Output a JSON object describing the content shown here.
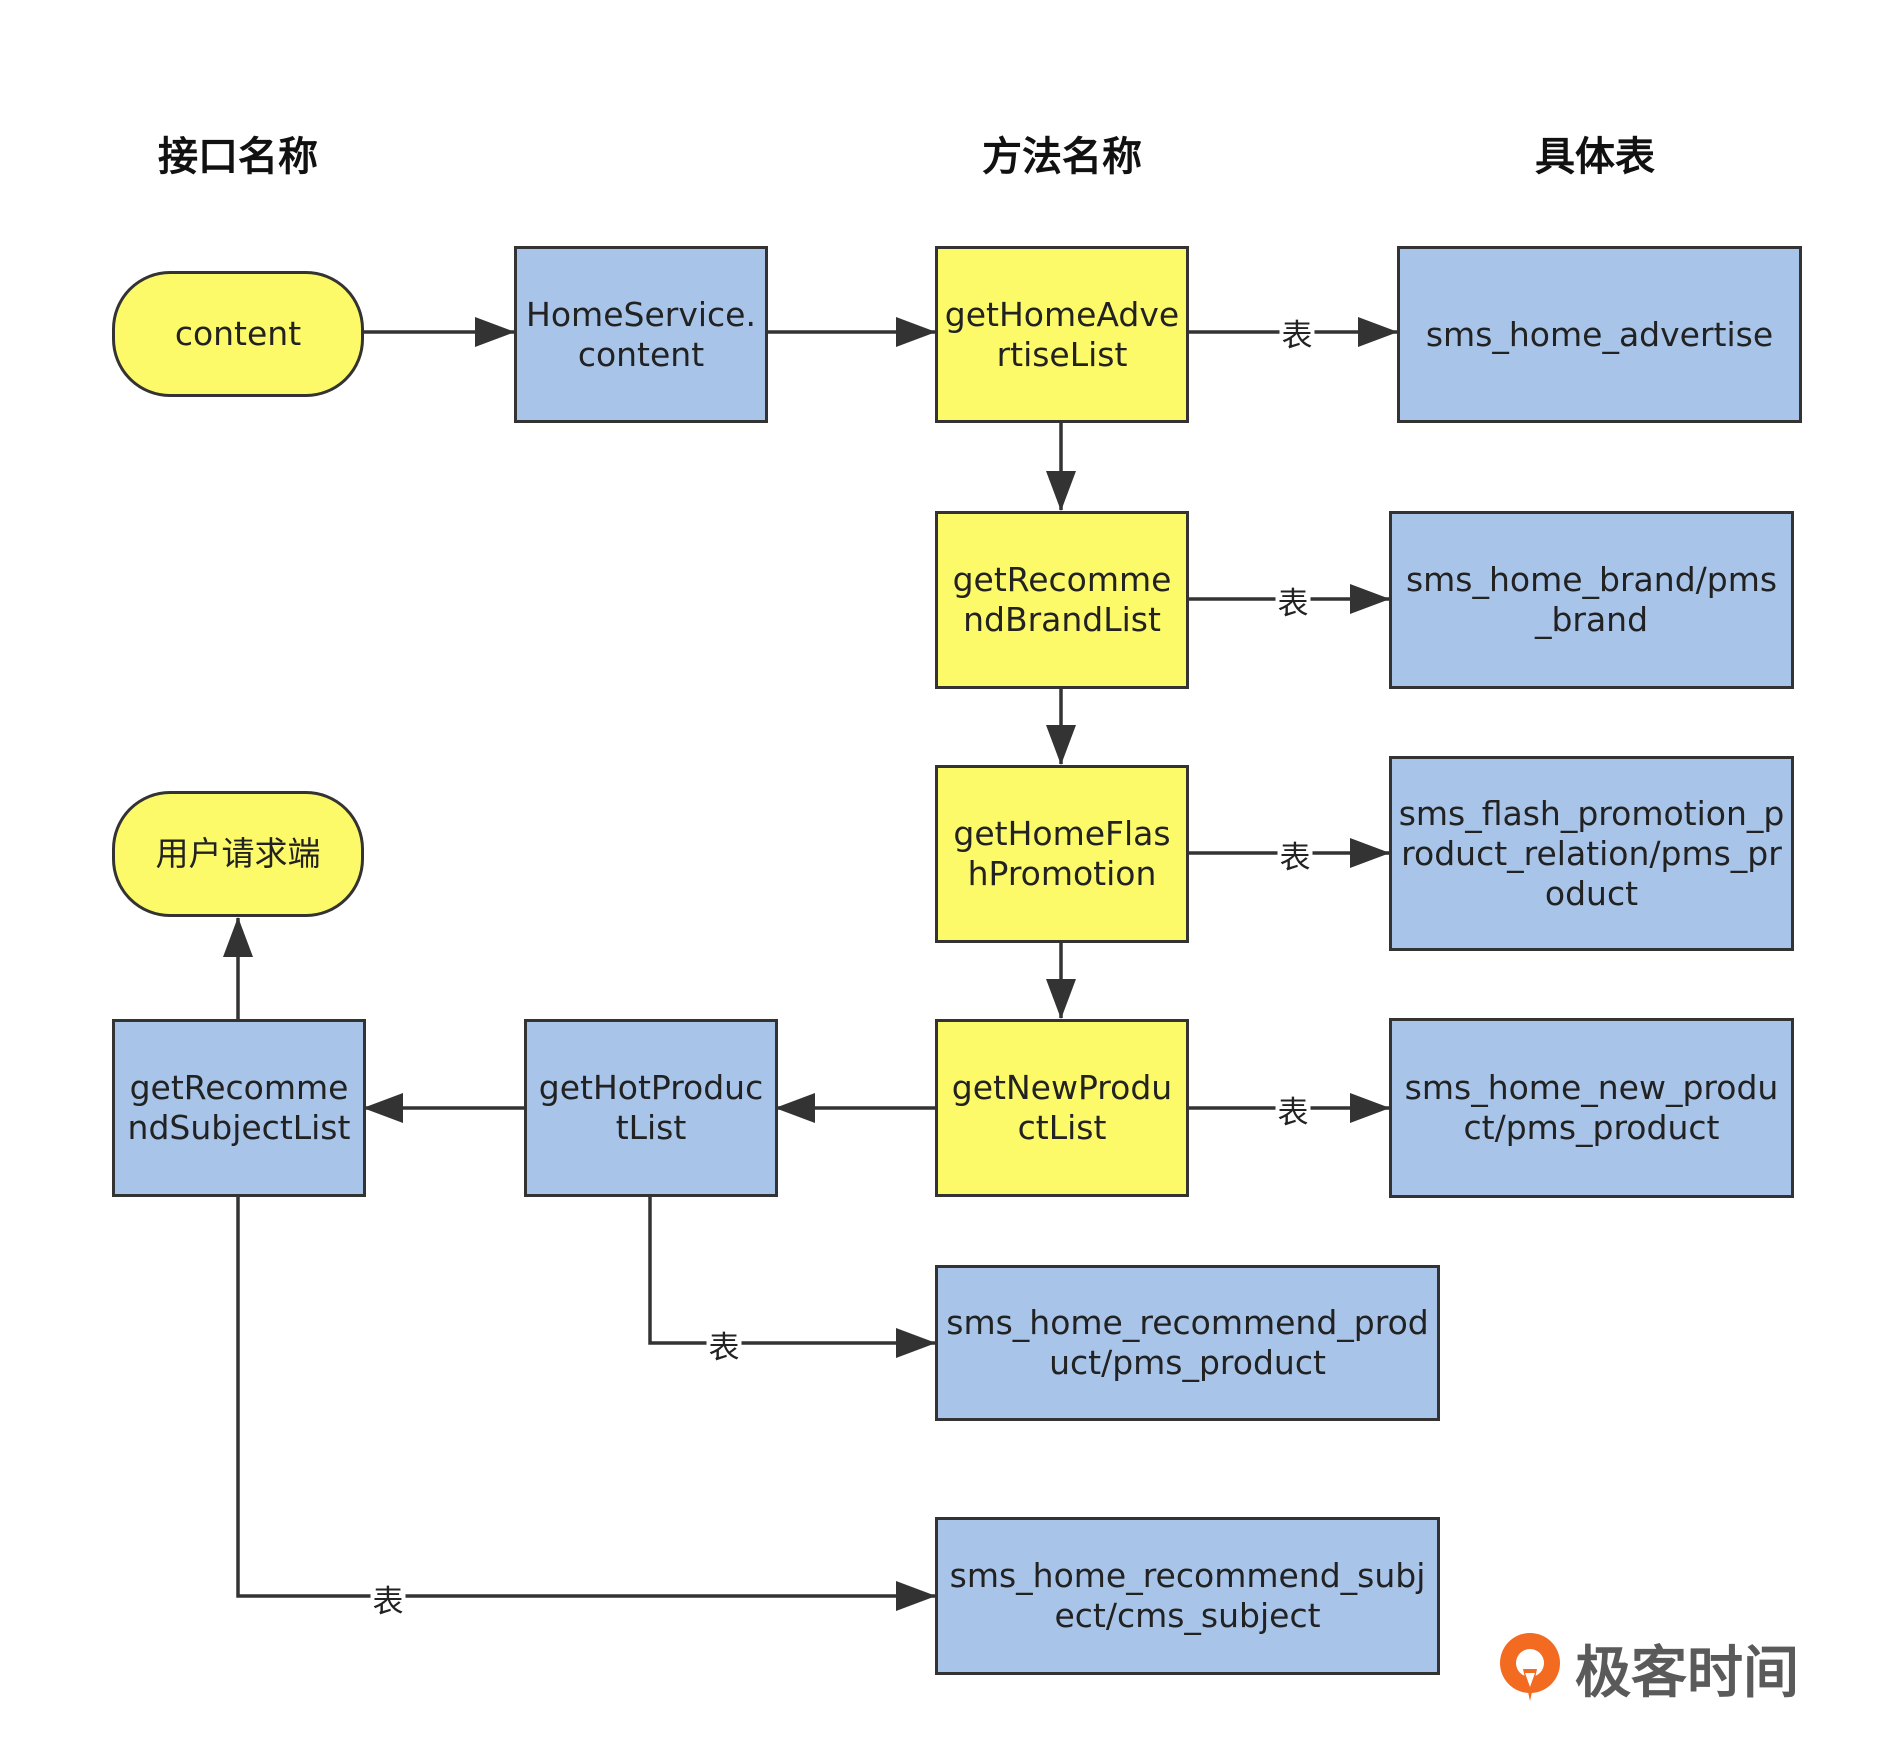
{
  "headers": {
    "interface": "接口名称",
    "method": "方法名称",
    "table": "具体表"
  },
  "nodes": {
    "content": "content",
    "home_service": "HomeService.content",
    "get_home_advertise_list": "getHomeAdvertiseList",
    "get_recommend_brand_list": "getRecommendBrandList",
    "get_home_flash_promotion": "getHomeFlashPromotion",
    "get_new_product_list": "getNewProductList",
    "get_hot_product_list": "getHotProductList",
    "get_recommend_subject_list": "getRecommendSubjectList",
    "user_client": "用户请求端",
    "t_home_advertise": "sms_home_advertise",
    "t_home_brand": "sms_home_brand/pms_brand",
    "t_flash_promotion": "sms_flash_promotion_product_relation/pms_product",
    "t_home_new_product": "sms_home_new_product/pms_product",
    "t_recommend_product": "sms_home_recommend_product/pms_product",
    "t_recommend_subject": "sms_home_recommend_subject/cms_subject"
  },
  "edge_label": "表",
  "colors": {
    "blue_fill": "#a8c4e8",
    "yellow_fill": "#fdfa6a",
    "stroke": "#333333",
    "logo_orange": "#f26b21"
  },
  "logo": {
    "text": "极客时间",
    "icon": "geektime-logo-icon"
  }
}
